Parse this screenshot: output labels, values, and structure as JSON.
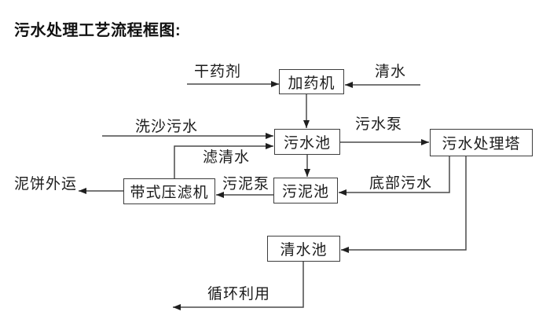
{
  "title": "污水处理工艺流程框图:",
  "colors": {
    "background": "#ffffff",
    "line": "#4a4a4a",
    "arrowhead": "#1f1f1f",
    "box_border": "#3d3d3d",
    "text": "#1c1c1c"
  },
  "nodes": [
    {
      "id": "dosing-machine",
      "label": "加药机"
    },
    {
      "id": "sewage-pool",
      "label": "污水池"
    },
    {
      "id": "treatment-tower",
      "label": "污水处理塔"
    },
    {
      "id": "belt-filter-press",
      "label": "带式压滤机"
    },
    {
      "id": "sludge-pool",
      "label": "污泥池"
    },
    {
      "id": "clean-water-pool",
      "label": "清水池"
    }
  ],
  "flow_labels": [
    {
      "id": "dry-chemical",
      "text": "干药剂"
    },
    {
      "id": "clean-water-in",
      "text": "清水"
    },
    {
      "id": "sand-washing-sewage",
      "text": "洗沙污水"
    },
    {
      "id": "sewage-pump",
      "text": "污水泵"
    },
    {
      "id": "filtered-water",
      "text": "滤清水"
    },
    {
      "id": "sludge-pump",
      "text": "污泥泵"
    },
    {
      "id": "mud-cake-out",
      "text": "泥饼外运"
    },
    {
      "id": "bottom-sewage",
      "text": "底部污水"
    },
    {
      "id": "recycling",
      "text": "循环利用"
    }
  ]
}
